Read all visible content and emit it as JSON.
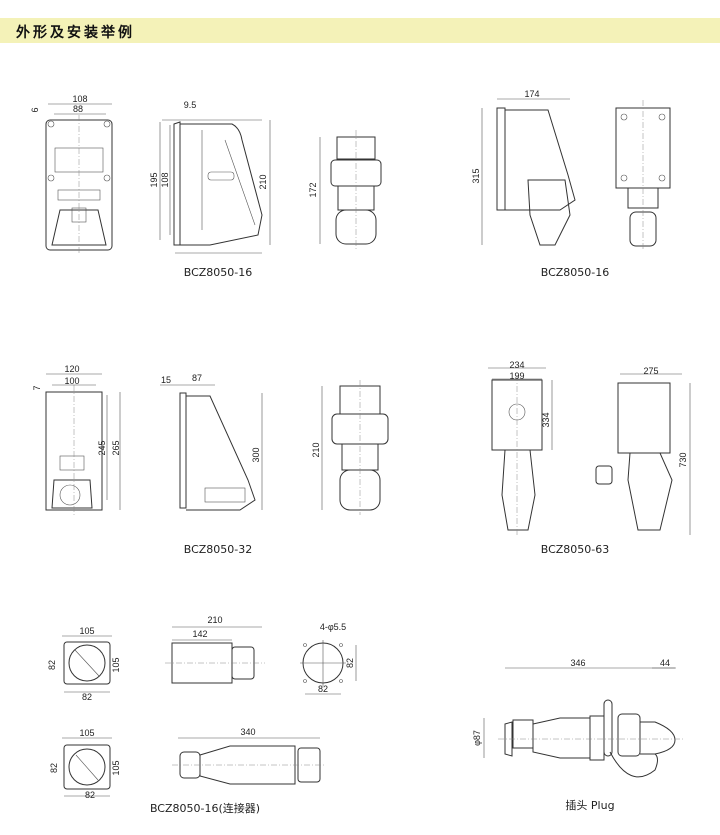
{
  "header": {
    "title": "外形及安装举例"
  },
  "drawings": {
    "r1a": {
      "caption": "BCZ8050-16",
      "d108": "108",
      "d88": "88",
      "d6": "6",
      "d9_5": "9.5",
      "d195": "195",
      "d108b": "108",
      "d210": "210",
      "d172": "172"
    },
    "r1b": {
      "caption": "BCZ8050-16",
      "d174": "174",
      "d315": "315"
    },
    "r2a": {
      "caption": "BCZ8050-32",
      "d120": "120",
      "d100": "100",
      "d7": "7",
      "d245": "245",
      "d265": "265",
      "d15": "15",
      "d87": "87",
      "d300": "300",
      "d210": "210"
    },
    "r2b": {
      "caption": "BCZ8050-63",
      "d234": "234",
      "d199": "199",
      "d334": "334",
      "d275": "275",
      "d730": "730"
    },
    "r3a": {
      "caption": "BCZ8050-16(连接器)",
      "a105": "105",
      "a82l": "82",
      "a105r": "105",
      "a82b": "82",
      "b105": "105",
      "b82l": "82",
      "b105r": "105",
      "b82b": "82",
      "d210": "210",
      "d142": "142",
      "holes": "4-φ5.5",
      "h82r": "82",
      "h82b": "82",
      "d340": "340"
    },
    "plug": {
      "caption": "插头 Plug",
      "d346": "346",
      "d44": "44",
      "dphi87": "φ87"
    }
  }
}
